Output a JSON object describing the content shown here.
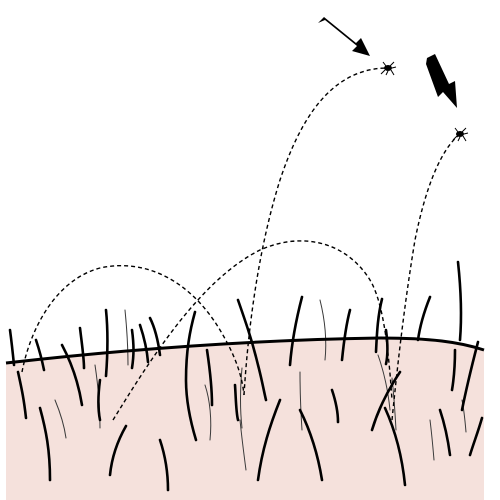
{
  "diagram": {
    "description_text": "",
    "colors": {
      "skin": "#f5e1dc",
      "ink": "#000000",
      "hair_thin": "#3a3a3a",
      "background": "#ffffff"
    },
    "elements": {
      "arrows": 2,
      "insects": 2,
      "jump_paths": 3,
      "skin_surface": 1
    },
    "icons": [
      "arrow-icon",
      "flea-icon"
    ]
  }
}
